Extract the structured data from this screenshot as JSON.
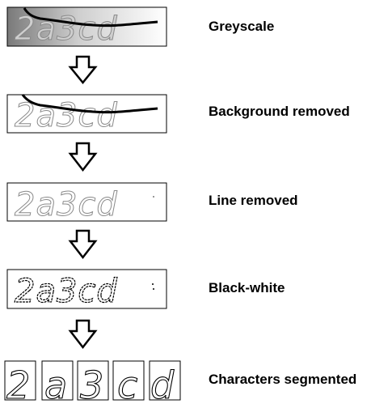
{
  "captcha_text": "2a3cd",
  "steps": [
    {
      "label": "Greyscale"
    },
    {
      "label": "Background removed"
    },
    {
      "label": "Line removed"
    },
    {
      "label": "Black-white"
    },
    {
      "label": "Characters segmented"
    }
  ],
  "segmented_characters": [
    "2",
    "a",
    "3",
    "c",
    "d"
  ],
  "colors": {
    "text": "#000000",
    "box_border": "#000000",
    "gradient_dark": "#808080",
    "gradient_light": "#ffffff",
    "glyph_fill_grey": "#c8c8c8",
    "glyph_outline": "#6e6e6e"
  }
}
